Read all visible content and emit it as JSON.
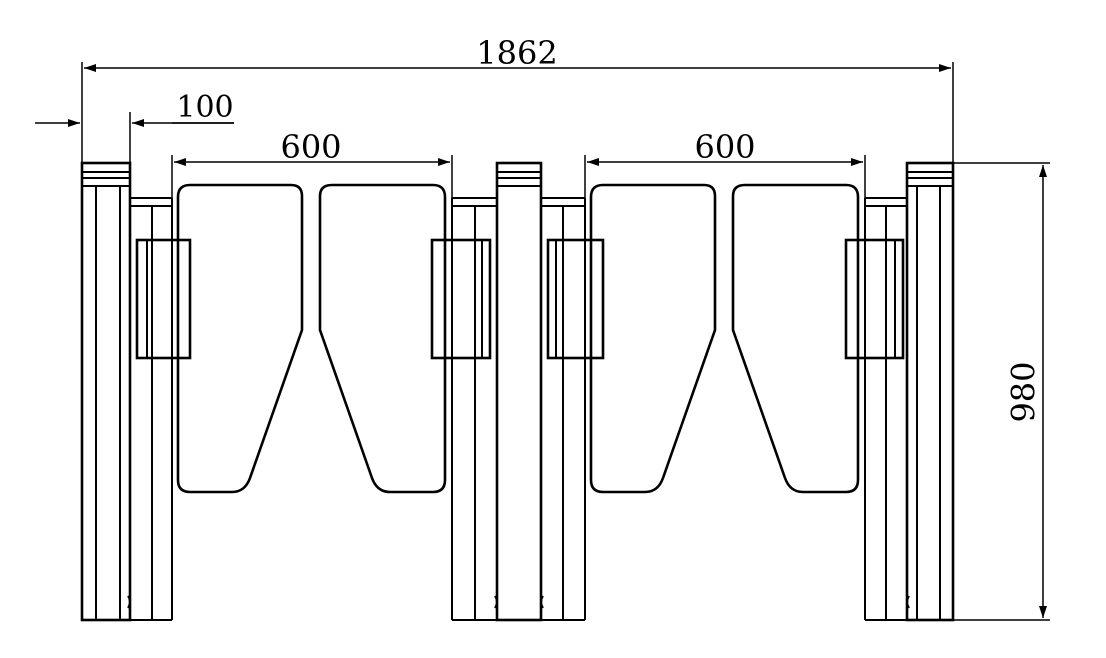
{
  "dimensions": {
    "overall_width": "1862",
    "post_width": "100",
    "left_passage": "600",
    "right_passage": "600",
    "height": "980"
  },
  "colors": {
    "line": "#000000",
    "background": "#ffffff"
  }
}
